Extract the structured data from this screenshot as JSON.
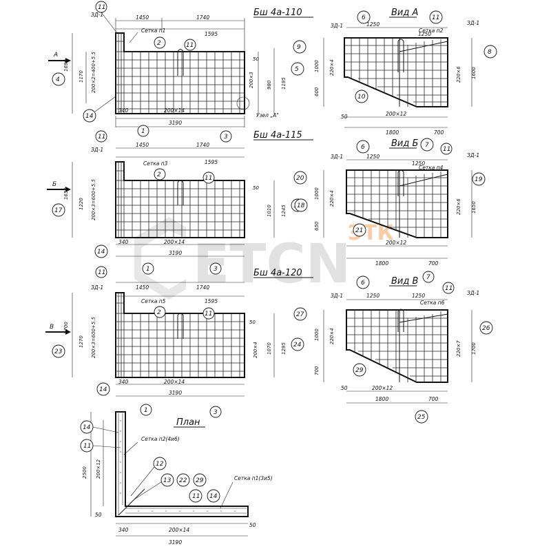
{
  "views": {
    "top": {
      "title": "Бш 4а-110",
      "dims_top": [
        "1450",
        "1740",
        "1595"
      ],
      "dims_bottom": [
        "340",
        "200×14",
        "3190"
      ],
      "dims_left": [
        "1690",
        "1170",
        "200×2=400+5.5"
      ],
      "dims_right": [
        "1195",
        "980",
        "200×3",
        "50"
      ],
      "label_grid": "Сетка п1",
      "label_node": "Узел „А\"",
      "arrow_letter": "А",
      "callouts": [
        "11",
        "ЗД-1",
        "2",
        "11",
        "5",
        "4",
        "14",
        "1",
        "3"
      ]
    },
    "mid": {
      "title": "Бш 4а-115",
      "dims_top": [
        "1450",
        "1740",
        "1595"
      ],
      "dims_bottom": [
        "340",
        "200×14",
        "3190"
      ],
      "dims_left": [
        "1650",
        "1220",
        "200×3=600+5.5"
      ],
      "dims_right": [
        "1245",
        "1010",
        "50"
      ],
      "label_grid": "Сетка п3",
      "arrow_letter": "Б",
      "callouts": [
        "11",
        "ЗД-1",
        "2",
        "11",
        "18",
        "17",
        "14",
        "1",
        "3"
      ]
    },
    "low": {
      "title": "Бш 4а-120",
      "dims_top": [
        "1450",
        "1740",
        "1595"
      ],
      "dims_bottom": [
        "340",
        "200×14",
        "3190"
      ],
      "dims_left": [
        "1700",
        "1270",
        "200×3=600+5.5"
      ],
      "dims_right": [
        "1295",
        "1070",
        "200×4",
        "50"
      ],
      "label_grid": "Сетка п5",
      "arrow_letter": "В",
      "callouts": [
        "11",
        "ЗД-1",
        "2",
        "11",
        "24",
        "23",
        "14",
        "1",
        "3"
      ]
    },
    "viewA": {
      "title": "Вид А",
      "dims_top": [
        "1250",
        "1250"
      ],
      "dims_bottom": [
        "200×12",
        "1800",
        "700",
        "50"
      ],
      "dims_left": [
        "1000",
        "600",
        "220×4"
      ],
      "dims_right": [
        "1600",
        "220×6"
      ],
      "label_grid": "Сетка п2",
      "callouts": [
        "6",
        "11",
        "ЗД-1",
        "ЗД-1",
        "9",
        "8",
        "10"
      ]
    },
    "viewB": {
      "title": "Вид Б",
      "dims_top": [
        "1250",
        "1250"
      ],
      "dims_bottom": [
        "200×12",
        "1800",
        "700"
      ],
      "dims_left": [
        "1000",
        "650",
        "220×4"
      ],
      "dims_right": [
        "1650",
        "220×6"
      ],
      "label_grid": "Сетка п4",
      "callouts": [
        "6",
        "7",
        "11",
        "ЗД-1",
        "ЗД-1",
        "20",
        "19",
        "18",
        "21",
        "7"
      ]
    },
    "viewV": {
      "title": "Вид В",
      "dims_top": [
        "1250",
        "1250"
      ],
      "dims_bottom": [
        "200×12",
        "1800",
        "700",
        "50"
      ],
      "dims_left": [
        "1000",
        "700",
        "220×4"
      ],
      "dims_right": [
        "1700",
        "220×7"
      ],
      "label_grid": "Сетка п6",
      "callouts": [
        "6",
        "11",
        "ЗД-1",
        "ЗД-1",
        "27",
        "26",
        "29",
        "25"
      ]
    },
    "plan": {
      "title": "План",
      "dims_left": [
        "2500",
        "200×12",
        "50"
      ],
      "dims_bottom": [
        "340",
        "200×14",
        "3190",
        "50"
      ],
      "label_grid_v": "Сетка п2(4и6)",
      "label_grid_h": "Сетка п1(3и5)",
      "callouts": [
        "14",
        "11",
        "12",
        "13",
        "22",
        "29",
        "11",
        "14"
      ]
    }
  },
  "watermark": {
    "brand": "ETCN",
    "small": "ЭТК"
  }
}
